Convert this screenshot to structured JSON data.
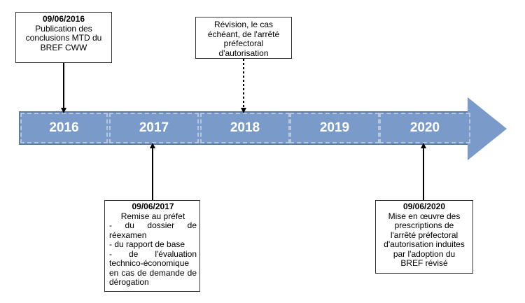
{
  "years": [
    "2016",
    "2017",
    "2018",
    "2019",
    "2020"
  ],
  "events": {
    "e2016": {
      "date": "09/06/2016",
      "lines": [
        "Publication des",
        "conclusions MTD du",
        "BREF CWW"
      ]
    },
    "e2018": {
      "lines": [
        "Révision, le cas",
        "échéant, de l'arrêté",
        "préfectoral",
        "d'autorisation"
      ]
    },
    "e2017": {
      "date": "09/06/2017",
      "title": "Remise au préfet",
      "items": [
        "- du dossier de réexamen",
        "- du rapport de base",
        "- de l'évaluation technico-économique en cas de demande de dérogation"
      ]
    },
    "e2020": {
      "date": "09/06/2020",
      "lines": [
        "Mise en œuvre des",
        "prescriptions de",
        "l'arrêté préfectoral",
        "d'autorisation induites",
        "par l'adoption du",
        "BREF révisé"
      ]
    }
  },
  "colors": {
    "timeline_fill": "#7a9bc9",
    "timeline_border": "#5b7bab",
    "segment_dash": "#b8c8dc",
    "year_text": "#ffffff"
  }
}
